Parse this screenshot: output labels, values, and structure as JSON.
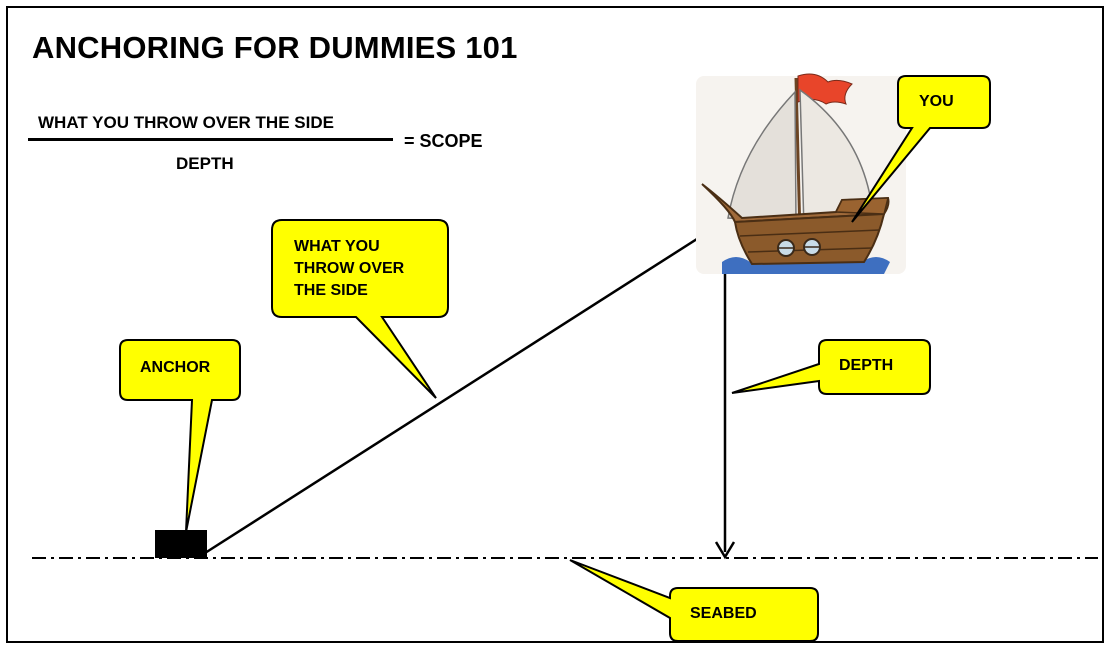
{
  "title": "ANCHORING FOR DUMMIES 101",
  "formula": {
    "numerator": "WHAT YOU THROW OVER THE SIDE",
    "denominator": "DEPTH",
    "result": "= SCOPE"
  },
  "callouts": {
    "anchor": "ANCHOR",
    "rode": "WHAT YOU\nTHROW OVER\nTHE SIDE",
    "depth": "DEPTH",
    "you": "YOU",
    "seabed": "SEABED"
  },
  "colors": {
    "callout_fill": "#FFFF00",
    "outline": "#000000",
    "hull": "#8B5A2B",
    "sail": "#ECE8E2",
    "flag": "#E8452A",
    "water": "#3E6FC0"
  }
}
